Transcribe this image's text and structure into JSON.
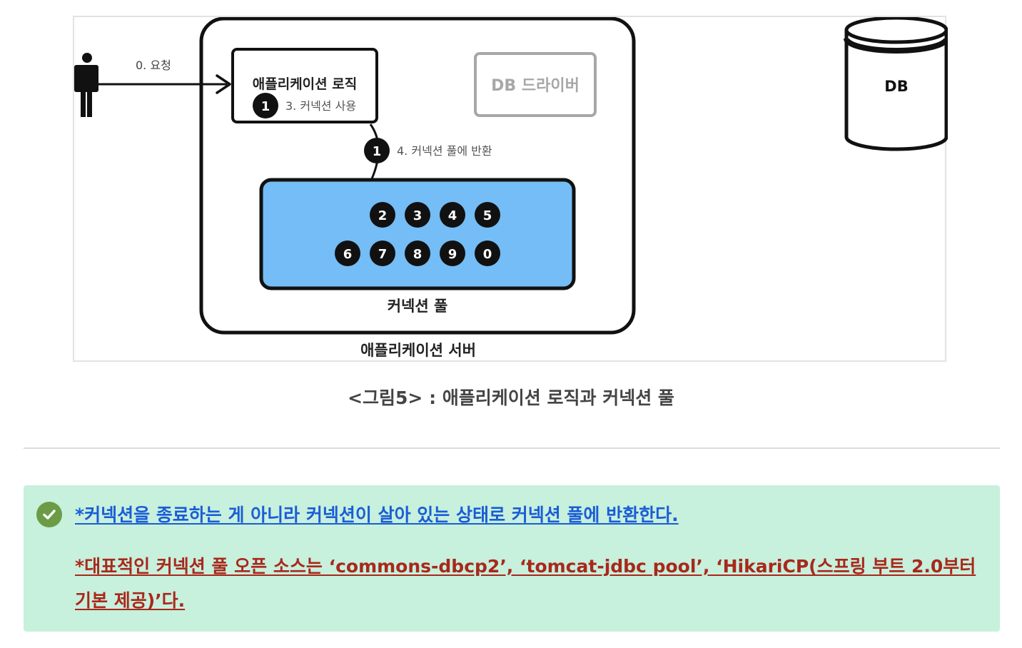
{
  "figure": {
    "request_label": "0. 요청",
    "app_logic_label": "애플리케이션 로직",
    "use_conn_label": "3. 커넥션 사용",
    "use_conn_badge": "1",
    "db_driver_label": "DB 드라이버",
    "db_label": "DB",
    "return_label": "4. 커넥션 풀에 반환",
    "return_badge": "1",
    "pool_row1": [
      "2",
      "3",
      "4",
      "5"
    ],
    "pool_row2": [
      "6",
      "7",
      "8",
      "9",
      "0"
    ],
    "pool_label": "커넥션 풀",
    "server_label": "애플리케이션 서버",
    "pool_color": "#74bdf6"
  },
  "caption": "<그림5> : 애플리케이션 로직과 커넥션 풀",
  "callout": {
    "icon": "check-circle-icon",
    "background": "#c7f0dd",
    "note1": "*커넥션을 종료하는 게 아니라 커넥션이 살아 있는 상태로 커넥션 풀에 반환한다.",
    "note1_color": "#1a5dd6",
    "note2": "*대표적인 커넥션 풀 오픈 소스는 ‘commons-dbcp2’, ‘tomcat-jdbc pool’, ‘HikariCP(스프링 부트 2.0부터 기본 제공)’다.",
    "note2_color": "#a8281b"
  }
}
